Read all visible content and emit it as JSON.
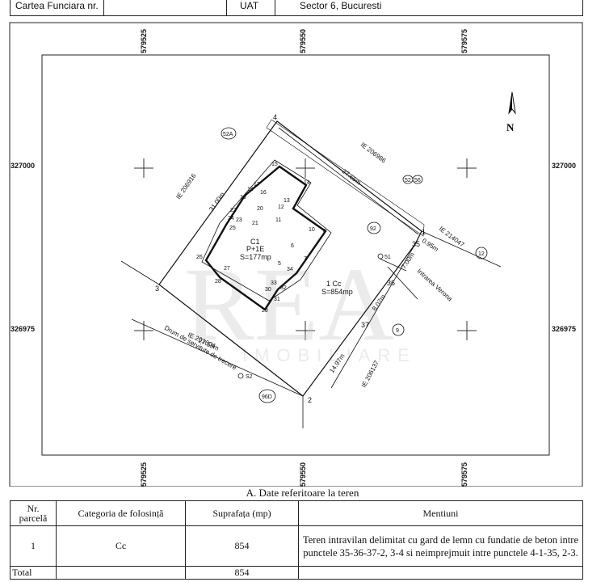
{
  "header": {
    "carte_label": "Cartea Funciara nr.",
    "carte_value": "",
    "uat_label": "UAT",
    "uat_value": "Sector 6, Bucuresti"
  },
  "grid": {
    "x_top": [
      "579525",
      "579550",
      "579575"
    ],
    "x_bottom": [
      "579525",
      "579550",
      "579575"
    ],
    "y_left": [
      "327000",
      "326975"
    ],
    "y_right": [
      "327000",
      "326975"
    ]
  },
  "north": "N",
  "watermark": {
    "big": "REA",
    "small": "IMOBILIARE"
  },
  "parcel": {
    "points": [
      "1",
      "2",
      "3",
      "4",
      "35",
      "36",
      "37"
    ],
    "building_points": [
      "5",
      "6",
      "7",
      "8",
      "9",
      "10",
      "11",
      "12",
      "13",
      "14",
      "15",
      "16",
      "17",
      "18",
      "19",
      "20",
      "21",
      "22",
      "23",
      "24",
      "25",
      "26",
      "27",
      "28",
      "29",
      "30",
      "31",
      "32",
      "33",
      "34"
    ],
    "building_label": "C1",
    "building_levels": "P+1E",
    "building_area": "S=177mp",
    "lot_label": "1 Cc",
    "lot_area": "S=854mp",
    "dims": [
      "27.66m",
      "31.00m",
      "27.59m",
      "14.97m",
      "8.07m",
      "7.00m",
      "0.95m"
    ]
  },
  "neighbors": [
    "IE 206916",
    "IE 206986",
    "IE 214047",
    "IE 201604",
    "IE 206137",
    "Intrarea Verona",
    "Drum de servitute de trecere"
  ],
  "markers": [
    "52A",
    "52",
    "56",
    "92",
    "12",
    "9",
    "96D",
    "51",
    "S2"
  ],
  "section_title": "A. Date referitoare la teren",
  "table": {
    "headers": [
      "Nr. parcelă",
      "Categoria de folosință",
      "Suprafața (mp)",
      "Mentiuni"
    ],
    "rows": [
      {
        "nr": "1",
        "cat": "Cc",
        "area": "854",
        "mentiuni": "Teren intravilan delimitat cu gard de lemn cu fundatie de beton intre punctele 35-36-37-2, 3-4 si neimprejmuit intre punctele 4-1-35, 2-3."
      }
    ],
    "total_label": "Total",
    "total_value": "854"
  }
}
